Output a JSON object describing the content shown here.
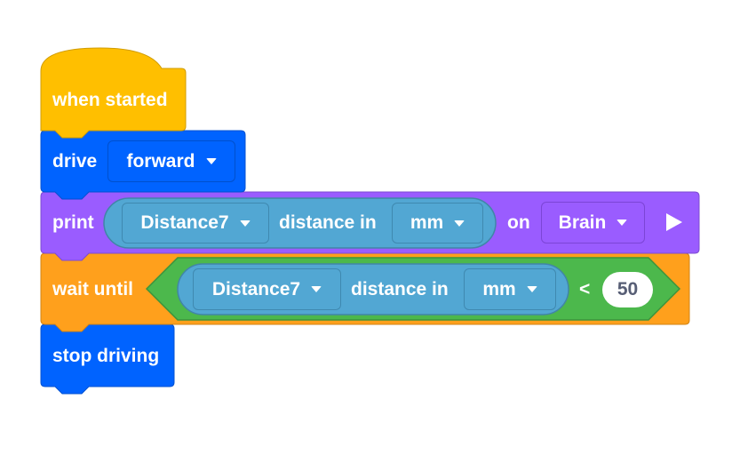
{
  "colors": {
    "event": "#FFBF00",
    "drivetrain": "#0063FF",
    "looks": "#9A5CFF",
    "control": "#FFA01C",
    "operator": "#4CB84C",
    "sensing": "#52A7D3"
  },
  "blocks": {
    "when_started": {
      "label": "when started"
    },
    "drive": {
      "label": "drive",
      "direction": "forward"
    },
    "print": {
      "label": "print",
      "sensor": "Distance7",
      "reporter_text": "distance in",
      "unit": "mm",
      "on_label": "on",
      "target": "Brain",
      "play_icon": "play-triangle-icon"
    },
    "wait_until": {
      "label": "wait until",
      "sensor": "Distance7",
      "reporter_text": "distance in",
      "unit": "mm",
      "operator": "<",
      "value": "50"
    },
    "stop_driving": {
      "label": "stop driving"
    }
  }
}
